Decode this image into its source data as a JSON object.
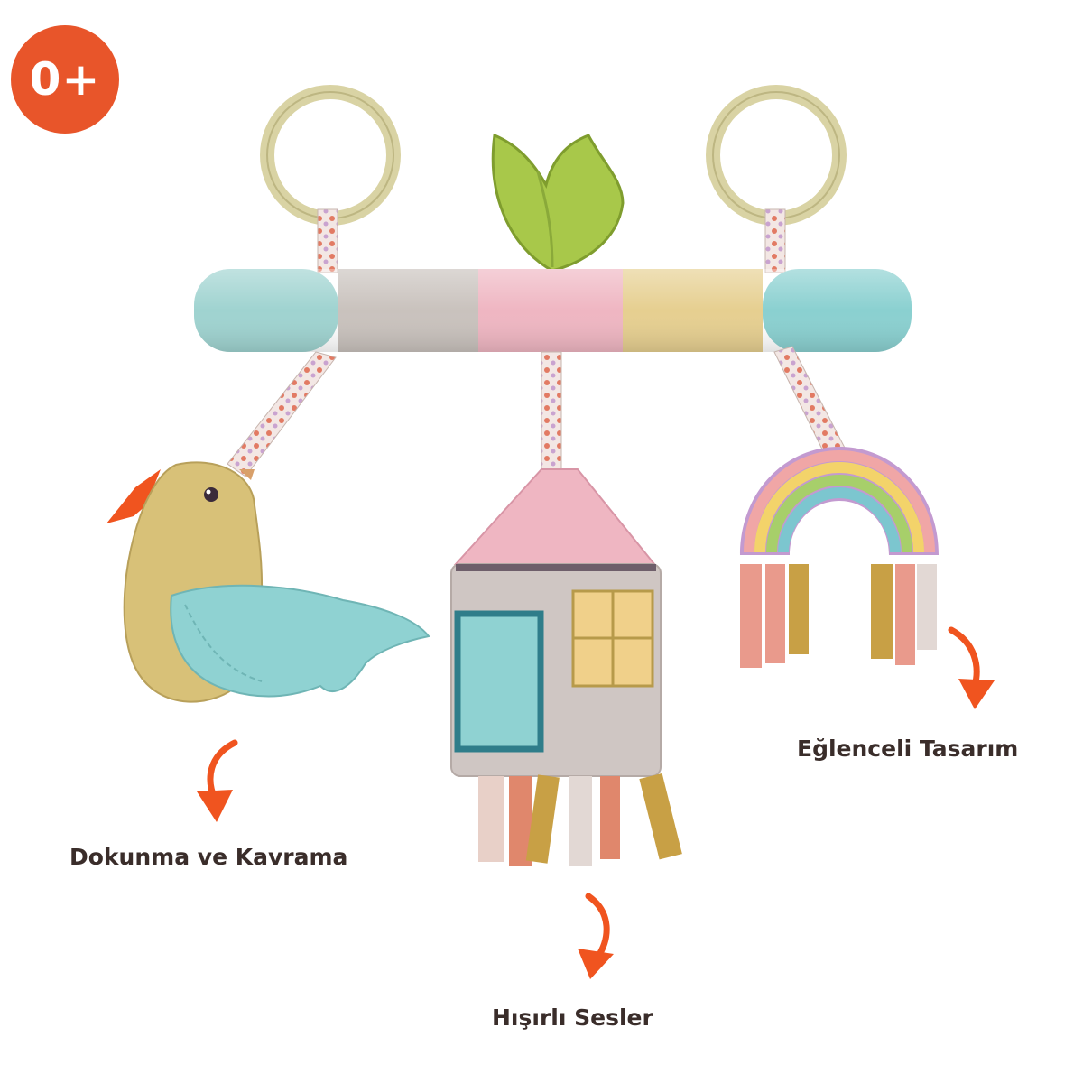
{
  "badge": {
    "text": "0+",
    "color": "#e8552a"
  },
  "colors": {
    "accent_arrow": "#f0541f",
    "label_text": "#3a2d2a",
    "bar_segments": [
      "#9fd3d0",
      "#c9c2bd",
      "#efb6c2",
      "#e6cf90",
      "#8ad0d0"
    ],
    "leaf": "#a8c84a",
    "ring": "#d9d3a4"
  },
  "features": [
    {
      "id": "touch",
      "label": "Dokunma ve Kavrama",
      "icon": "curved-arrow-down-icon"
    },
    {
      "id": "sound",
      "label": "Hışırlı Sesler",
      "icon": "curved-arrow-down-icon"
    },
    {
      "id": "design",
      "label": "Eğlenceli Tasarım",
      "icon": "curved-arrow-down-icon"
    }
  ],
  "illustration": {
    "items": [
      "teether-ring",
      "leaf",
      "soft-bar",
      "bird",
      "house",
      "rainbow"
    ]
  }
}
